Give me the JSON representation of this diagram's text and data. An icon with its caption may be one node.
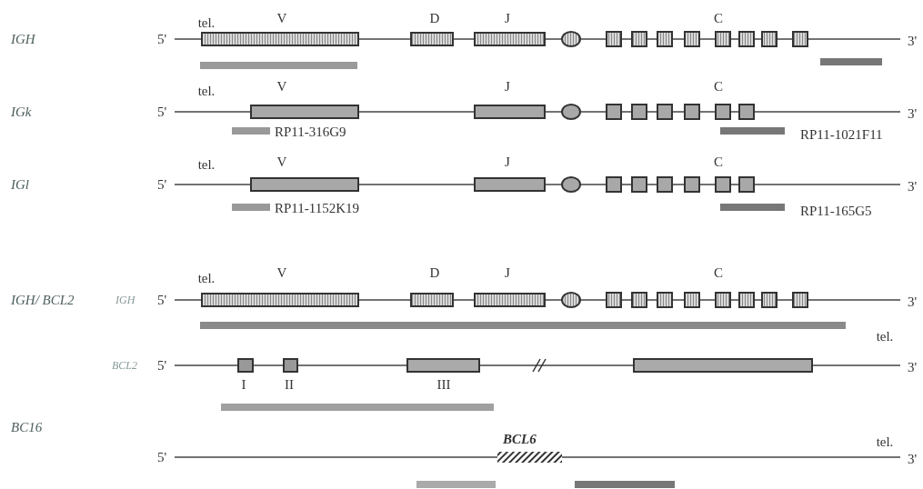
{
  "diagram": {
    "labels": [
      "tel.",
      "V",
      "D",
      "J",
      "C",
      "IGH",
      "5'",
      "3'",
      "tel.",
      "V",
      "J",
      "C",
      "IGk",
      "5'",
      "3'",
      "RP11-316G9",
      "RP11-1021F11",
      "tel.",
      "V",
      "J",
      "C",
      "IGl",
      "5'",
      "3'",
      "RP11-1152K19",
      "RP11-165G5",
      "tel.",
      "V",
      "D",
      "J",
      "C",
      "IGH/ BCL2",
      "IGH",
      "5'",
      "3'",
      "tel.",
      "BCL2",
      "5'",
      "3'",
      "I",
      "II",
      "III",
      "BC16",
      "BCL6",
      "tel.",
      "5'",
      "3'"
    ]
  }
}
